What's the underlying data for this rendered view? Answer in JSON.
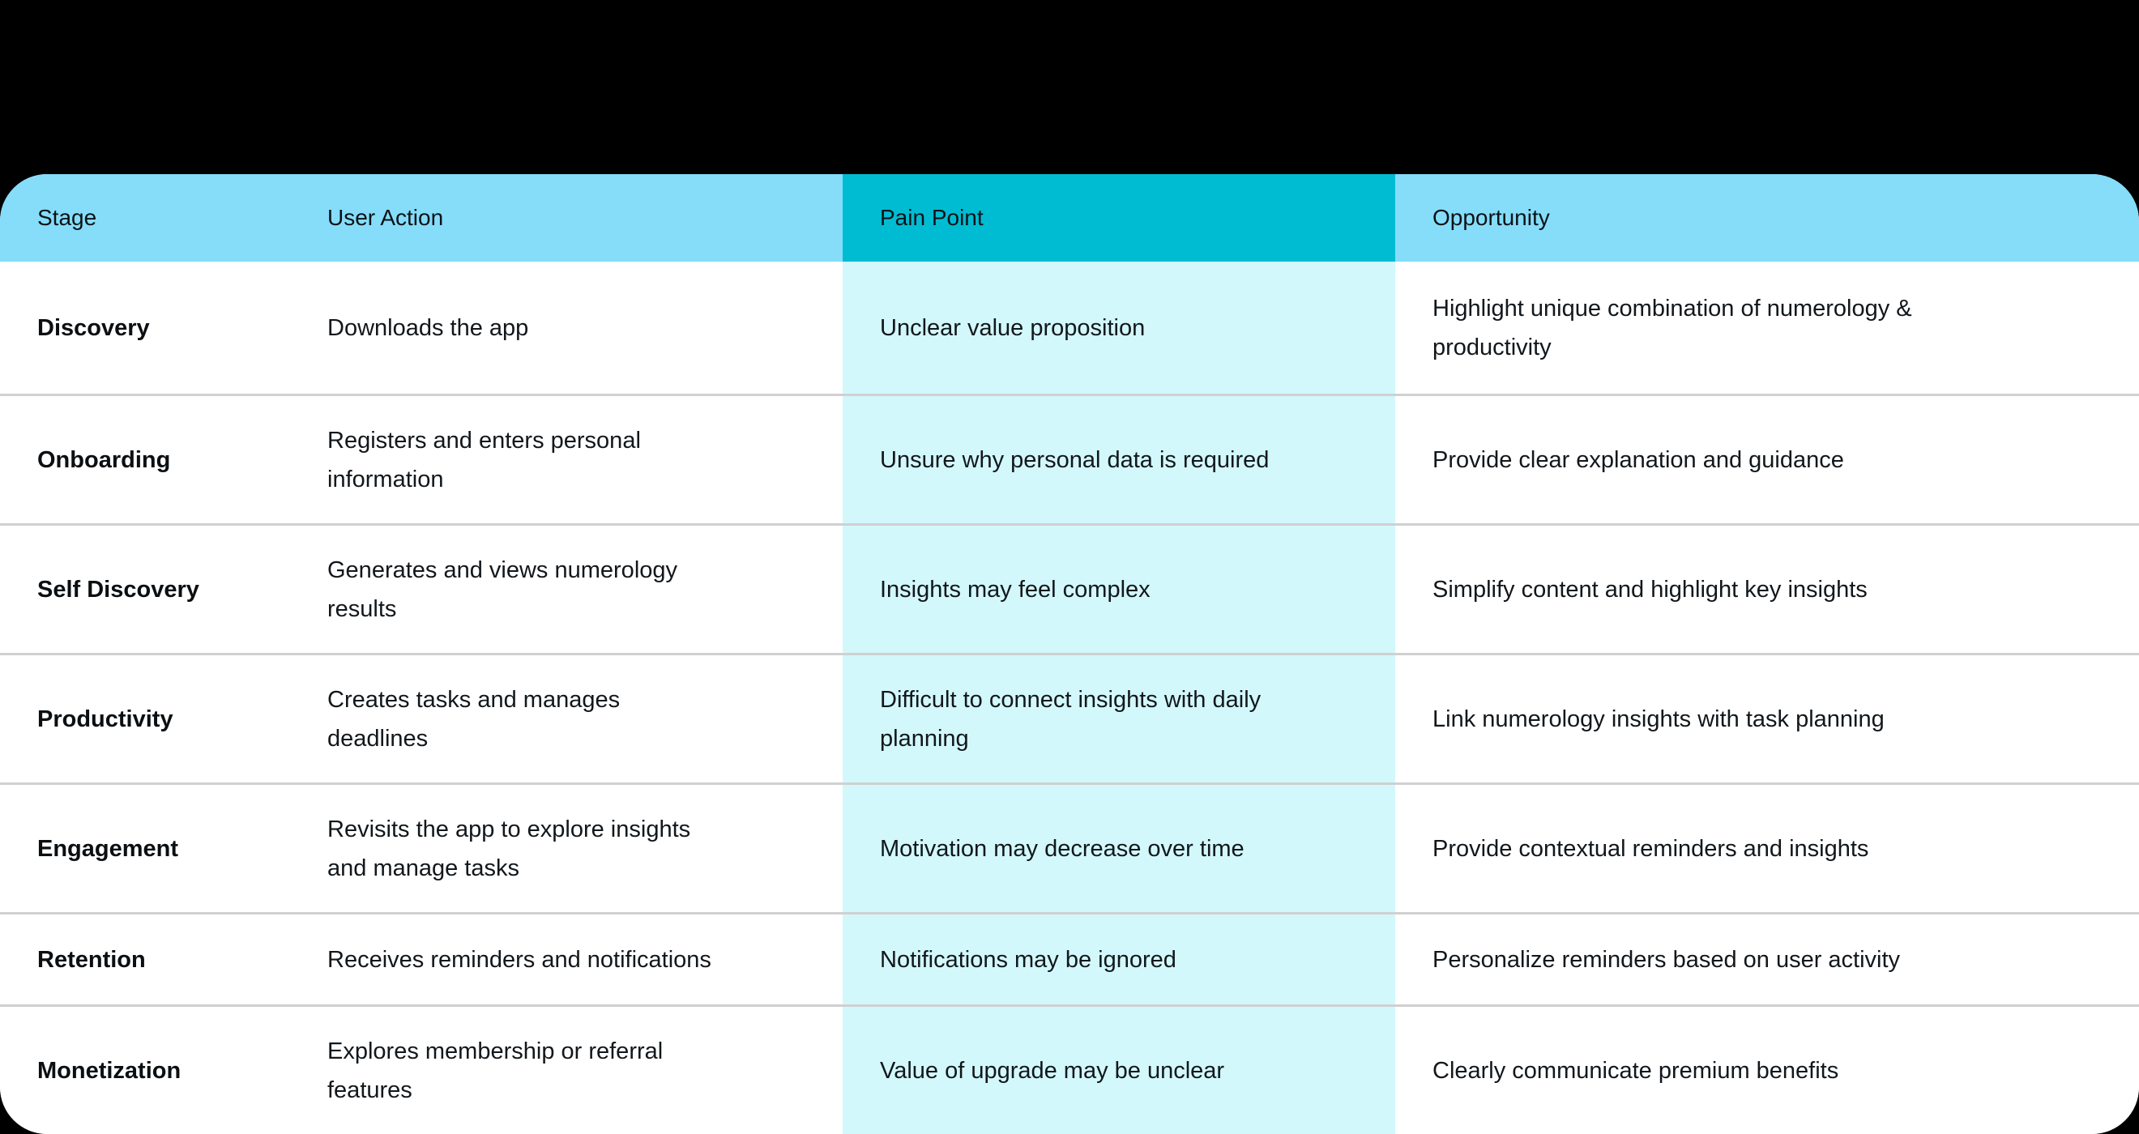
{
  "colors": {
    "page_background": "#000000",
    "card_background": "#FFFFFF",
    "header_bg": "#85DDFA",
    "pain_header_bg": "#00BCD3",
    "pain_cell_bg": "#D2F8FC",
    "divider": "#D0D0D0",
    "text": "#12171B"
  },
  "table": {
    "columns": [
      "Stage",
      "User Action",
      "Pain Point",
      "Opportunity"
    ],
    "rows": [
      {
        "stage": "Discovery",
        "user_action": "Downloads the app",
        "pain_point": "Unclear value proposition",
        "opportunity": "Highlight unique combination of numerology &\nproductivity"
      },
      {
        "stage": "Onboarding",
        "user_action": "Registers and enters personal\ninformation",
        "pain_point": "Unsure why personal data is required",
        "opportunity": "Provide clear explanation and guidance"
      },
      {
        "stage": "Self Discovery",
        "user_action": "Generates and views numerology\nresults",
        "pain_point": "Insights may feel complex",
        "opportunity": "Simplify content and highlight key insights"
      },
      {
        "stage": "Productivity",
        "user_action": "Creates tasks and manages\ndeadlines",
        "pain_point": "Difficult to connect insights with daily\nplanning",
        "opportunity": "Link numerology insights with task planning"
      },
      {
        "stage": "Engagement",
        "user_action": "Revisits the app to explore insights\nand manage tasks",
        "pain_point": "Motivation may decrease over time",
        "opportunity": "Provide contextual reminders and insights"
      },
      {
        "stage": "Retention",
        "user_action": "Receives reminders and notifications",
        "pain_point": "Notifications may be ignored",
        "opportunity": "Personalize reminders based on user activity"
      },
      {
        "stage": "Monetization",
        "user_action": "Explores membership or referral\nfeatures",
        "pain_point": "Value of upgrade may be unclear",
        "opportunity": "Clearly communicate premium benefits"
      }
    ]
  }
}
